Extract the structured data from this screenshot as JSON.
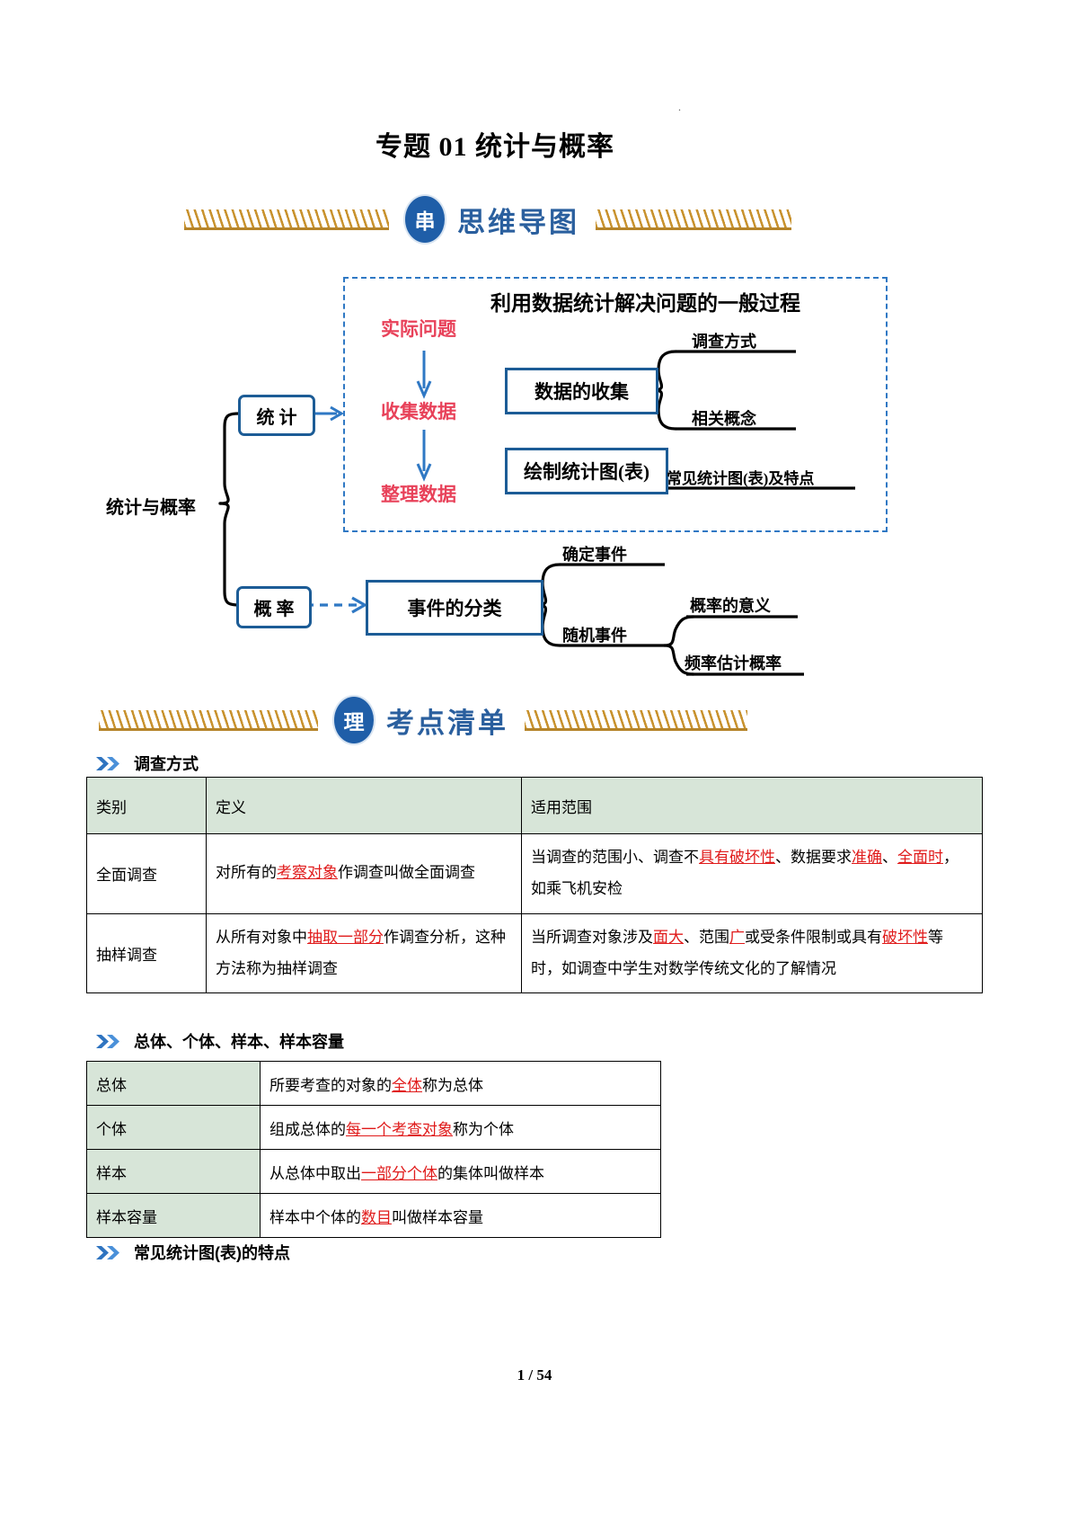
{
  "document": {
    "title": "专题 01  统计与概率",
    "top_dot": "."
  },
  "banners": [
    {
      "badge": "串",
      "text": "思维导图"
    },
    {
      "badge": "理",
      "text": "考点清单"
    }
  ],
  "mindmap": {
    "root": "统计与概率",
    "branch_statistics": "统 计",
    "branch_probability": "概 率",
    "framed_title": "利用数据统计解决问题的一般过程",
    "process_steps": [
      "实际问题",
      "收集数据",
      "整理数据"
    ],
    "node_collection": "数据的收集",
    "node_charts": "绘制统计图(表)",
    "leaf_survey_method": "调查方式",
    "leaf_related_concepts": "相关概念",
    "leaf_chart_features": "常见统计图(表)及特点",
    "node_event_types": "事件的分类",
    "leaf_certain_event": "确定事件",
    "leaf_random_event": "随机事件",
    "leaf_probability_meaning": "概率的意义",
    "leaf_frequency_estimate": "频率估计概率"
  },
  "sections": [
    {
      "id": "survey-method",
      "heading": "调查方式"
    },
    {
      "id": "population-sample",
      "heading": "总体、个体、样本、样本容量"
    },
    {
      "id": "chart-features",
      "heading": "常见统计图(表)的特点"
    }
  ],
  "table_survey": {
    "headers": [
      "类别",
      "定义",
      "适用范围"
    ],
    "rows": [
      {
        "category": "全面调查",
        "definition": [
          {
            "t": "对所有的",
            "hl": false
          },
          {
            "t": "考察对象",
            "hl": true
          },
          {
            "t": "作调查叫做全面调查",
            "hl": false
          }
        ],
        "scope": [
          {
            "t": "当调查的范围小、调查不",
            "hl": false
          },
          {
            "t": "具有破坏性",
            "hl": true
          },
          {
            "t": "、数据要求",
            "hl": false
          },
          {
            "t": "准确",
            "hl": true
          },
          {
            "t": "、",
            "hl": false
          },
          {
            "t": "全面时",
            "hl": true
          },
          {
            "t": "，如乘飞机安检",
            "hl": false
          }
        ]
      },
      {
        "category": "抽样调查",
        "definition": [
          {
            "t": "从所有对象中",
            "hl": false
          },
          {
            "t": "抽取一部分",
            "hl": true
          },
          {
            "t": "作调查分析，这种方法称为抽样调查",
            "hl": false
          }
        ],
        "scope": [
          {
            "t": "当所调查对象涉及",
            "hl": false
          },
          {
            "t": "面大",
            "hl": true
          },
          {
            "t": "、范围",
            "hl": false
          },
          {
            "t": "广",
            "hl": true
          },
          {
            "t": "或受条件限制或具有",
            "hl": false
          },
          {
            "t": "破坏性",
            "hl": true
          },
          {
            "t": "等时，如调查中学生对数学传统文化的了解情况",
            "hl": false
          }
        ]
      }
    ]
  },
  "table_population": {
    "rows": [
      {
        "term": "总体",
        "definition": [
          {
            "t": "所要考查的对象的",
            "hl": false
          },
          {
            "t": "全体",
            "hl": true
          },
          {
            "t": "称为总体",
            "hl": false
          }
        ]
      },
      {
        "term": "个体",
        "definition": [
          {
            "t": "组成总体的",
            "hl": false
          },
          {
            "t": "每一个考查对象",
            "hl": true
          },
          {
            "t": "称为个体",
            "hl": false
          }
        ]
      },
      {
        "term": "样本",
        "definition": [
          {
            "t": "从总体中取出",
            "hl": false
          },
          {
            "t": "一部分个体",
            "hl": true
          },
          {
            "t": "的集体叫做样本",
            "hl": false
          }
        ]
      },
      {
        "term": "样本容量",
        "definition": [
          {
            "t": "样本中个体的",
            "hl": false
          },
          {
            "t": "数目",
            "hl": true
          },
          {
            "t": "叫做样本容量",
            "hl": false
          }
        ]
      }
    ]
  },
  "footer": {
    "page": "1 / 54"
  },
  "colors": {
    "node_border": "#1c5c96",
    "dash_blue": "#2f78c4",
    "red_step": "#e8425a",
    "highlight_red": "#e01b1b",
    "table_header_bg": "#d7e5d8",
    "banner_blue": "#2a5f9e",
    "hatch_gold": "#c8922e"
  }
}
